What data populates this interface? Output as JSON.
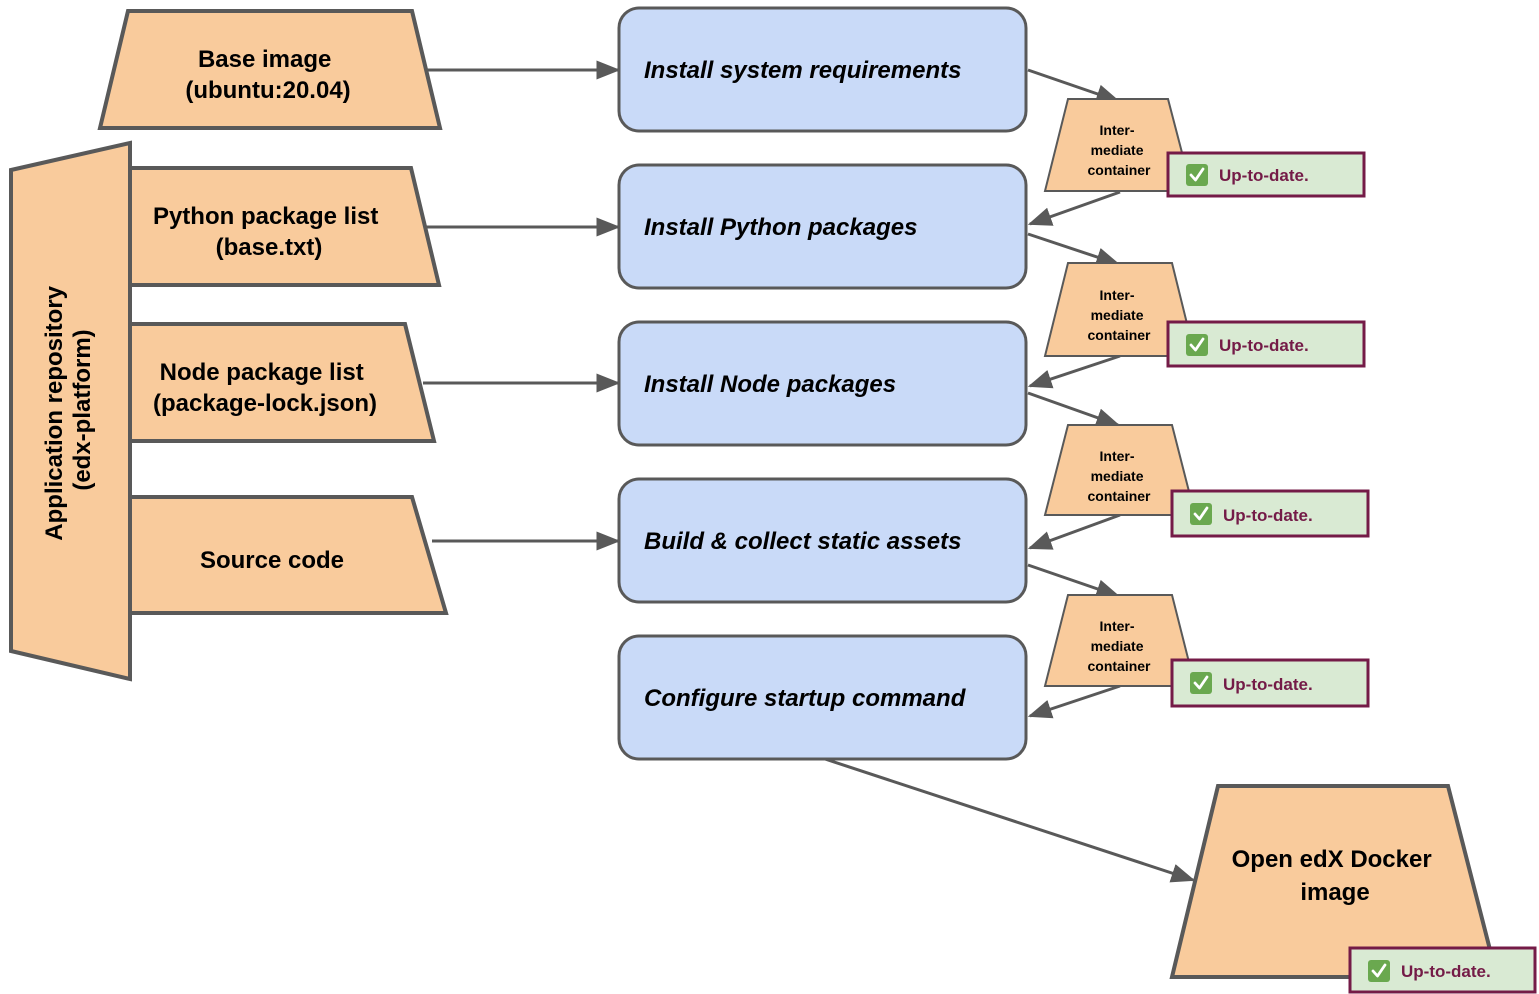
{
  "inputs": {
    "base_image": {
      "line1": "Base image",
      "line2": "(ubuntu:20.04)"
    },
    "python_list": {
      "line1": "Python package list",
      "line2": "(base.txt)"
    },
    "node_list": {
      "line1": "Node package list",
      "line2": "(package-lock.json)"
    },
    "source_code": {
      "line1": "Source code"
    }
  },
  "repository": {
    "line1": "Application repository",
    "line2": "(edx-platform)"
  },
  "steps": [
    {
      "label": "Install system requirements"
    },
    {
      "label": "Install Python packages"
    },
    {
      "label": "Install Node packages"
    },
    {
      "label": "Build & collect static assets"
    },
    {
      "label": "Configure startup command"
    }
  ],
  "intermediate_containers": [
    {
      "line1": "Inter-",
      "line2": "mediate",
      "line3": "container",
      "status": "Up-to-date."
    },
    {
      "line1": "Inter-",
      "line2": "mediate",
      "line3": "container",
      "status": "Up-to-date."
    },
    {
      "line1": "Inter-",
      "line2": "mediate",
      "line3": "container",
      "status": "Up-to-date."
    },
    {
      "line1": "Inter-",
      "line2": "mediate",
      "line3": "container",
      "status": "Up-to-date."
    }
  ],
  "output": {
    "line1": "Open edX Docker",
    "line2": "image",
    "status": "Up-to-date."
  },
  "colors": {
    "input_fill": "#f9cb9c",
    "step_fill": "#c9daf8",
    "outline": "#595959",
    "badge_fill": "#d9ead3",
    "badge_border": "#741b47",
    "check_green": "#6aa84f"
  },
  "icons": {
    "status_check": "check-mark-icon"
  }
}
